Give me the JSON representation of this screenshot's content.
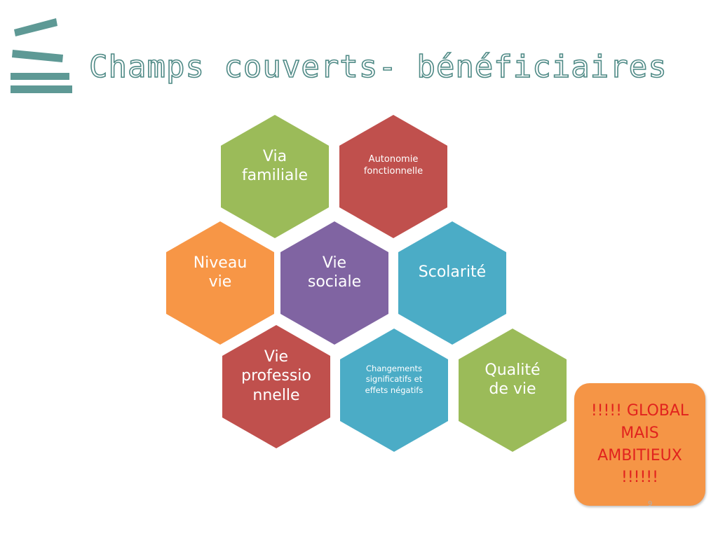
{
  "slide": {
    "title": "Champs couverts- bénéficiaires",
    "page_number": "9",
    "colors": {
      "title_outline": "#4f8a86",
      "logo": "#5e9995",
      "green": "#9bbb59",
      "red": "#c0504d",
      "orange": "#f79646",
      "purple": "#8064a2",
      "blue": "#4bacc6",
      "callout_text": "#e1231e"
    }
  },
  "hexagons": [
    {
      "id": "vie-familiale",
      "label": "Via\nfamiliale",
      "color": "green"
    },
    {
      "id": "autonomie",
      "label": "Autonomie\nfonctionnelle",
      "color": "red"
    },
    {
      "id": "niveau-vie",
      "label": "Niveau\nvie",
      "color": "orange"
    },
    {
      "id": "vie-sociale",
      "label": "Vie\nsociale",
      "color": "purple"
    },
    {
      "id": "scolarite",
      "label": "Scolarité",
      "color": "blue"
    },
    {
      "id": "vie-professionnelle",
      "label": "Vie\nprofessio\nnnelle",
      "color": "red"
    },
    {
      "id": "changements",
      "label": "Changements\nsignificatifs et\neffets négatifs",
      "color": "blue"
    },
    {
      "id": "qualite-vie",
      "label": "Qualité\nde vie",
      "color": "green"
    }
  ],
  "callout": {
    "text": "!!!!! GLOBAL\nMAIS\nAMBITIEUX\n!!!!!!"
  },
  "icons": {
    "logo": "stacked-books-icon"
  }
}
